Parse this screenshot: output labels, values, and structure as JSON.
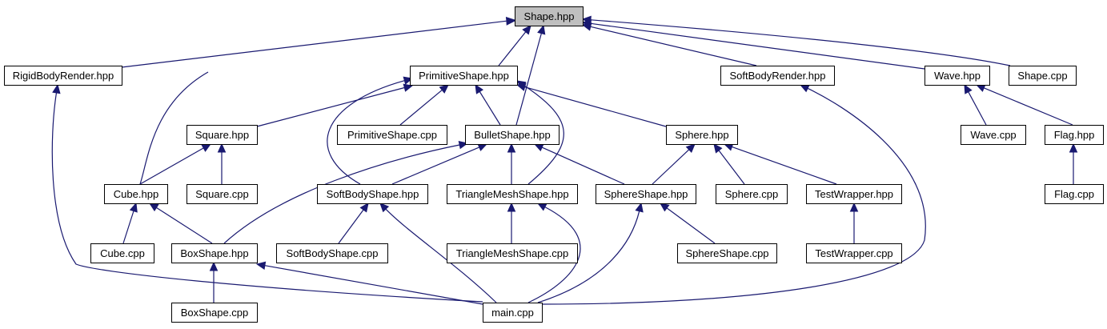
{
  "graph": {
    "edge_color": "#191970",
    "root_fill": "#bfbfbf",
    "nodes": [
      {
        "id": "shape_hpp",
        "label": "Shape.hpp"
      },
      {
        "id": "rigidbodyrender_hpp",
        "label": "RigidBodyRender.hpp"
      },
      {
        "id": "primitiveshape_hpp",
        "label": "PrimitiveShape.hpp"
      },
      {
        "id": "softbodyrender_hpp",
        "label": "SoftBodyRender.hpp"
      },
      {
        "id": "wave_hpp",
        "label": "Wave.hpp"
      },
      {
        "id": "shape_cpp",
        "label": "Shape.cpp"
      },
      {
        "id": "square_hpp",
        "label": "Square.hpp"
      },
      {
        "id": "primitiveshape_cpp",
        "label": "PrimitiveShape.cpp"
      },
      {
        "id": "bulletshape_hpp",
        "label": "BulletShape.hpp"
      },
      {
        "id": "sphere_hpp",
        "label": "Sphere.hpp"
      },
      {
        "id": "wave_cpp",
        "label": "Wave.cpp"
      },
      {
        "id": "flag_hpp",
        "label": "Flag.hpp"
      },
      {
        "id": "cube_hpp",
        "label": "Cube.hpp"
      },
      {
        "id": "square_cpp",
        "label": "Square.cpp"
      },
      {
        "id": "softbodyshape_hpp",
        "label": "SoftBodyShape.hpp"
      },
      {
        "id": "trianglemeshshape_hpp",
        "label": "TriangleMeshShape.hpp"
      },
      {
        "id": "sphereshape_hpp",
        "label": "SphereShape.hpp"
      },
      {
        "id": "sphere_cpp",
        "label": "Sphere.cpp"
      },
      {
        "id": "testwrapper_hpp",
        "label": "TestWrapper.hpp"
      },
      {
        "id": "flag_cpp",
        "label": "Flag.cpp"
      },
      {
        "id": "cube_cpp",
        "label": "Cube.cpp"
      },
      {
        "id": "boxshape_hpp",
        "label": "BoxShape.hpp"
      },
      {
        "id": "softbodyshape_cpp",
        "label": "SoftBodyShape.cpp"
      },
      {
        "id": "trianglemeshshape_cpp",
        "label": "TriangleMeshShape.cpp"
      },
      {
        "id": "sphereshape_cpp",
        "label": "SphereShape.cpp"
      },
      {
        "id": "testwrapper_cpp",
        "label": "TestWrapper.cpp"
      },
      {
        "id": "boxshape_cpp",
        "label": "BoxShape.cpp"
      },
      {
        "id": "main_cpp",
        "label": "main.cpp"
      }
    ],
    "edges": [
      {
        "from": "rigidbodyrender_hpp",
        "to": "shape_hpp"
      },
      {
        "from": "cube_hpp",
        "to": "shape_hpp"
      },
      {
        "from": "primitiveshape_hpp",
        "to": "shape_hpp"
      },
      {
        "from": "bulletshape_hpp",
        "to": "shape_hpp"
      },
      {
        "from": "softbodyrender_hpp",
        "to": "shape_hpp"
      },
      {
        "from": "wave_hpp",
        "to": "shape_hpp"
      },
      {
        "from": "shape_cpp",
        "to": "shape_hpp"
      },
      {
        "from": "main_cpp",
        "to": "rigidbodyrender_hpp"
      },
      {
        "from": "square_hpp",
        "to": "primitiveshape_hpp"
      },
      {
        "from": "primitiveshape_cpp",
        "to": "primitiveshape_hpp"
      },
      {
        "from": "bulletshape_hpp",
        "to": "primitiveshape_hpp"
      },
      {
        "from": "sphere_hpp",
        "to": "primitiveshape_hpp"
      },
      {
        "from": "softbodyshape_hpp",
        "to": "primitiveshape_hpp"
      },
      {
        "from": "trianglemeshshape_hpp",
        "to": "primitiveshape_hpp"
      },
      {
        "from": "main_cpp",
        "to": "softbodyrender_hpp"
      },
      {
        "from": "wave_cpp",
        "to": "wave_hpp"
      },
      {
        "from": "flag_hpp",
        "to": "wave_hpp"
      },
      {
        "from": "cube_hpp",
        "to": "square_hpp"
      },
      {
        "from": "square_cpp",
        "to": "square_hpp"
      },
      {
        "from": "boxshape_hpp",
        "to": "bulletshape_hpp"
      },
      {
        "from": "softbodyshape_hpp",
        "to": "bulletshape_hpp"
      },
      {
        "from": "trianglemeshshape_hpp",
        "to": "bulletshape_hpp"
      },
      {
        "from": "sphereshape_hpp",
        "to": "bulletshape_hpp"
      },
      {
        "from": "sphereshape_hpp",
        "to": "sphere_hpp"
      },
      {
        "from": "sphere_cpp",
        "to": "sphere_hpp"
      },
      {
        "from": "testwrapper_hpp",
        "to": "sphere_hpp"
      },
      {
        "from": "flag_cpp",
        "to": "flag_hpp"
      },
      {
        "from": "cube_cpp",
        "to": "cube_hpp"
      },
      {
        "from": "boxshape_hpp",
        "to": "cube_hpp"
      },
      {
        "from": "softbodyshape_cpp",
        "to": "softbodyshape_hpp"
      },
      {
        "from": "main_cpp",
        "to": "softbodyshape_hpp"
      },
      {
        "from": "trianglemeshshape_cpp",
        "to": "trianglemeshshape_hpp"
      },
      {
        "from": "main_cpp",
        "to": "trianglemeshshape_hpp"
      },
      {
        "from": "sphereshape_cpp",
        "to": "sphereshape_hpp"
      },
      {
        "from": "main_cpp",
        "to": "sphereshape_hpp"
      },
      {
        "from": "testwrapper_cpp",
        "to": "testwrapper_hpp"
      },
      {
        "from": "boxshape_cpp",
        "to": "boxshape_hpp"
      },
      {
        "from": "main_cpp",
        "to": "boxshape_hpp"
      }
    ]
  }
}
